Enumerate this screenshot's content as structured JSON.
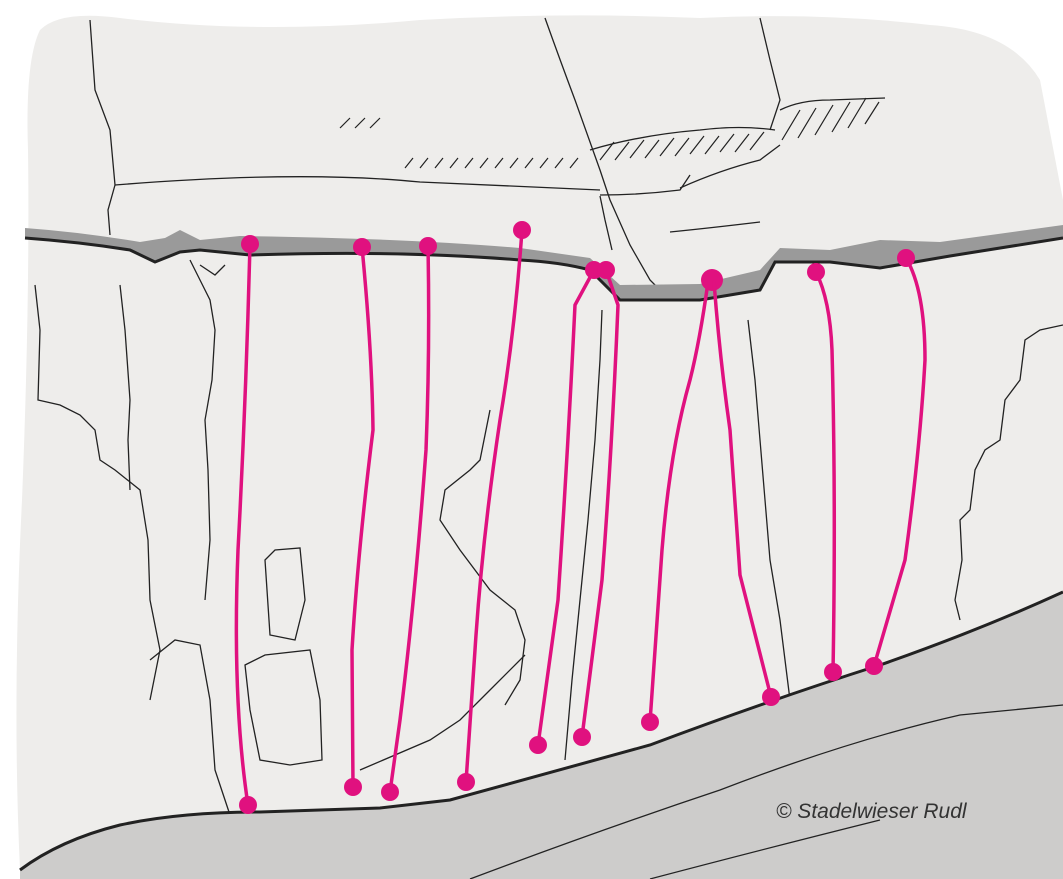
{
  "copyright": "© Stadelwieser Rudl",
  "colors": {
    "rock": "#eeedeb",
    "ground": "#cdcccb",
    "roof_shadow": "#8c8c8c",
    "line": "#222222",
    "route": "#e0117f"
  },
  "routes": [
    {
      "id": "r1"
    },
    {
      "id": "r2"
    },
    {
      "id": "r3"
    },
    {
      "id": "r4"
    },
    {
      "id": "r5"
    },
    {
      "id": "r6"
    },
    {
      "id": "r7"
    },
    {
      "id": "r8"
    },
    {
      "id": "r9"
    },
    {
      "id": "r10"
    }
  ]
}
